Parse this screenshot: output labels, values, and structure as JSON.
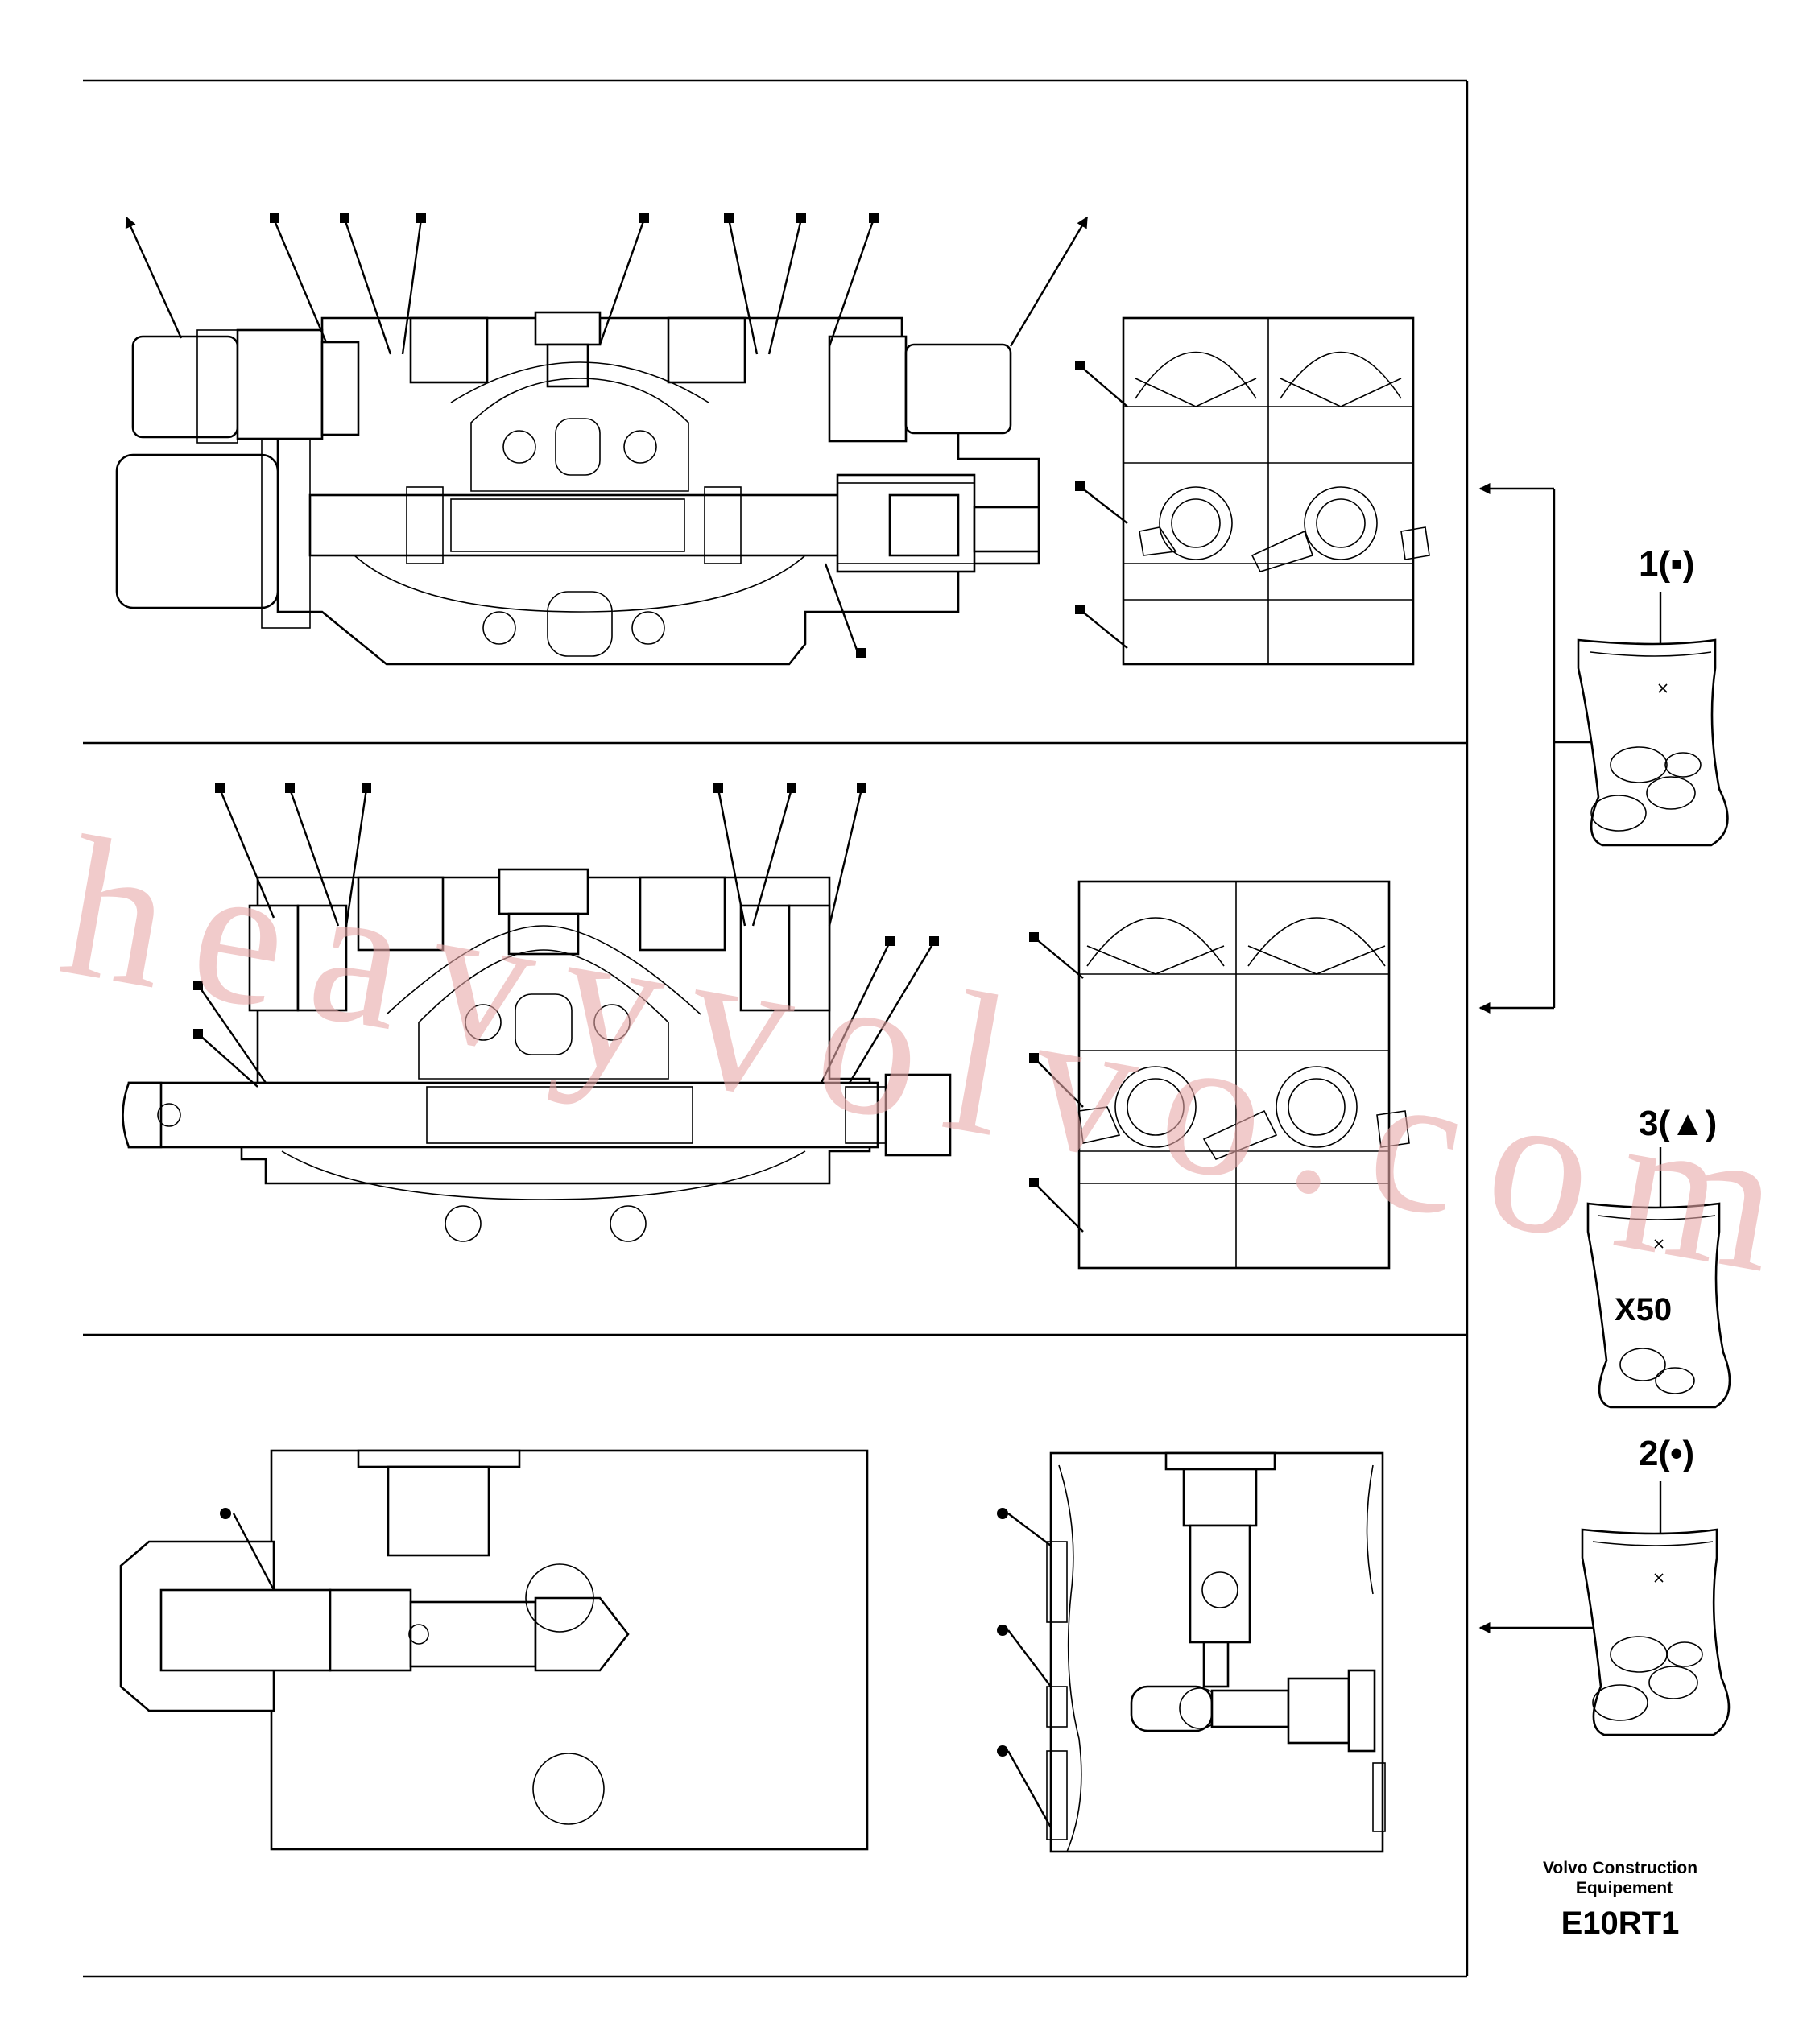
{
  "kits": [
    {
      "label": "1(▪)",
      "marker": "square"
    },
    {
      "label": "3(▲)",
      "marker": "triangle",
      "bag_text": "X50"
    },
    {
      "label": "2(•)",
      "marker": "dot"
    }
  ],
  "footer": {
    "manufacturer_line1": "Volvo Construction",
    "manufacturer_line2": "Equipement",
    "code": "E10RT1"
  },
  "watermark": "heavyvolvo.com",
  "icons": [
    "square-callout-marker",
    "triangle-callout-marker",
    "dot-callout-marker",
    "seal-kit-bag-icon",
    "arrow-left-icon"
  ]
}
